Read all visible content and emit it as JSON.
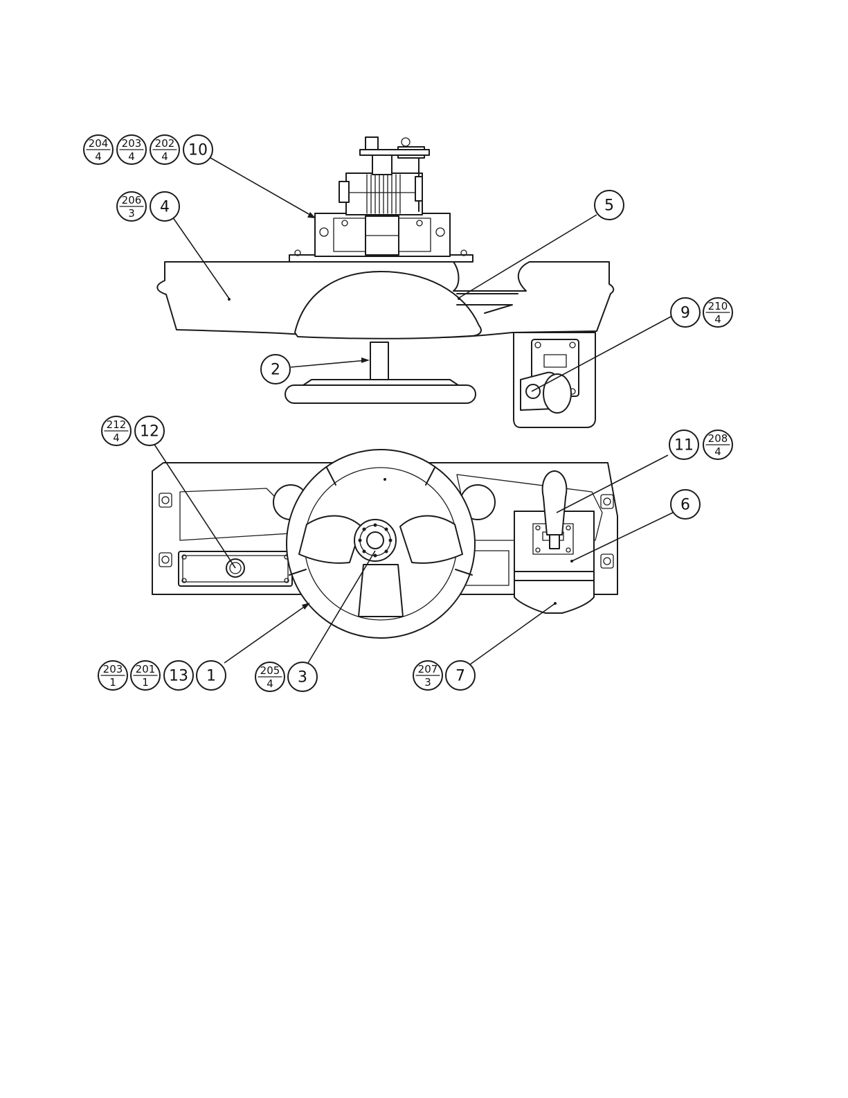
{
  "callouts": [
    {
      "id": "c10",
      "label": "10"
    },
    {
      "id": "c4",
      "label": "4"
    },
    {
      "id": "c5",
      "label": "5"
    },
    {
      "id": "c9",
      "label": "9"
    },
    {
      "id": "c2",
      "label": "2"
    },
    {
      "id": "c12",
      "label": "12"
    },
    {
      "id": "c11",
      "label": "11"
    },
    {
      "id": "c6",
      "label": "6"
    },
    {
      "id": "c13",
      "label": "13"
    },
    {
      "id": "c1",
      "label": "1"
    },
    {
      "id": "c3",
      "label": "3"
    },
    {
      "id": "c7",
      "label": "7"
    }
  ],
  "fraction_refs": [
    {
      "id": "f204",
      "num": "204",
      "den": "4"
    },
    {
      "id": "f203a",
      "num": "203",
      "den": "4"
    },
    {
      "id": "f202",
      "num": "202",
      "den": "4"
    },
    {
      "id": "f206",
      "num": "206",
      "den": "3"
    },
    {
      "id": "f210",
      "num": "210",
      "den": "4"
    },
    {
      "id": "f212",
      "num": "212",
      "den": "4"
    },
    {
      "id": "f208",
      "num": "208",
      "den": "4"
    },
    {
      "id": "f203b",
      "num": "203",
      "den": "1"
    },
    {
      "id": "f201",
      "num": "201",
      "den": "1"
    },
    {
      "id": "f205",
      "num": "205",
      "den": "4"
    },
    {
      "id": "f207",
      "num": "207",
      "den": "3"
    }
  ]
}
